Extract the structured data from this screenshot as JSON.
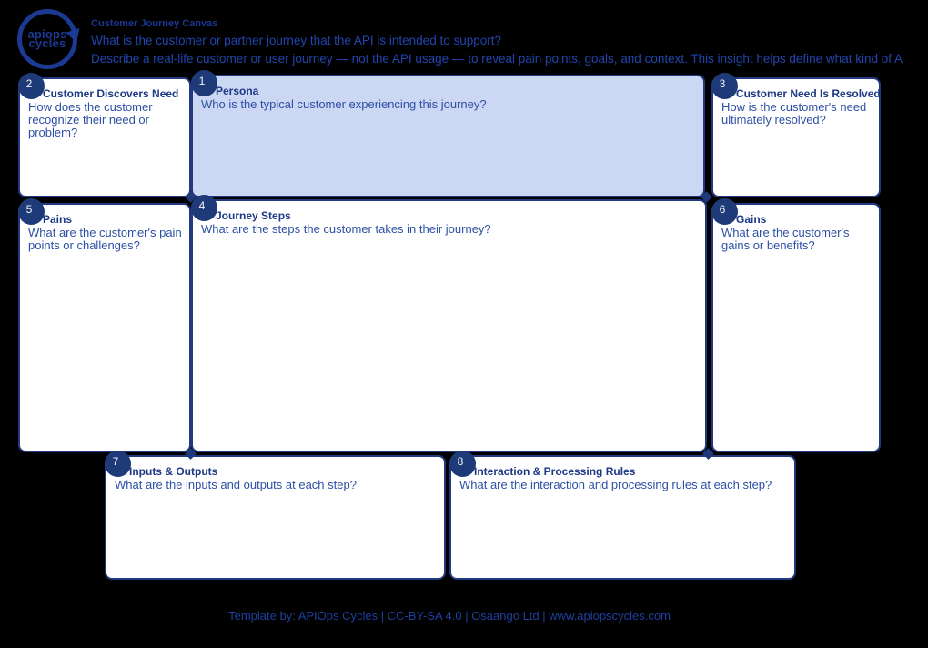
{
  "logo": {
    "line1": "apiops",
    "line2": "cycles"
  },
  "header": {
    "title": "Customer Journey Canvas",
    "subtitle": "What is the customer or partner journey that the API is intended to support?",
    "description": "Describe a real-life customer or user journey — not the API usage — to reveal pain points, goals, and context. This insight helps define what kind of A"
  },
  "boxes": [
    {
      "number": "1",
      "title": "Persona",
      "question": "Who is the typical customer experiencing this journey?"
    },
    {
      "number": "2",
      "title": "Customer Discovers Need",
      "question": "How does the customer recognize their need or problem?"
    },
    {
      "number": "3",
      "title": "Customer Need Is Resolved",
      "question": "How is the customer's need ultimately resolved?"
    },
    {
      "number": "4",
      "title": "Journey Steps",
      "question": "What are the steps the customer takes in their journey?"
    },
    {
      "number": "5",
      "title": "Pains",
      "question": "What are the customer's pain points or challenges?"
    },
    {
      "number": "6",
      "title": "Gains",
      "question": "What are the customer's gains or benefits?"
    },
    {
      "number": "7",
      "title": "Inputs & Outputs",
      "question": "What are the inputs and outputs at each step?"
    },
    {
      "number": "8",
      "title": "Interaction & Processing Rules",
      "question": "What are the interaction and processing rules at each step?"
    }
  ],
  "footer": {
    "credit": "Template by: APIOps Cycles | CC-BY-SA 4.0 | Osaango Ltd | www.apiopscycles.com"
  },
  "colors": {
    "background": "#000000",
    "navy_accent": "#1e3a78",
    "border_navy": "#21397f",
    "title_text": "#1c3886",
    "body_text": "#2d4fa4",
    "persona_fill": "#ccd7f3",
    "badge_text": "#f2f5fc"
  }
}
